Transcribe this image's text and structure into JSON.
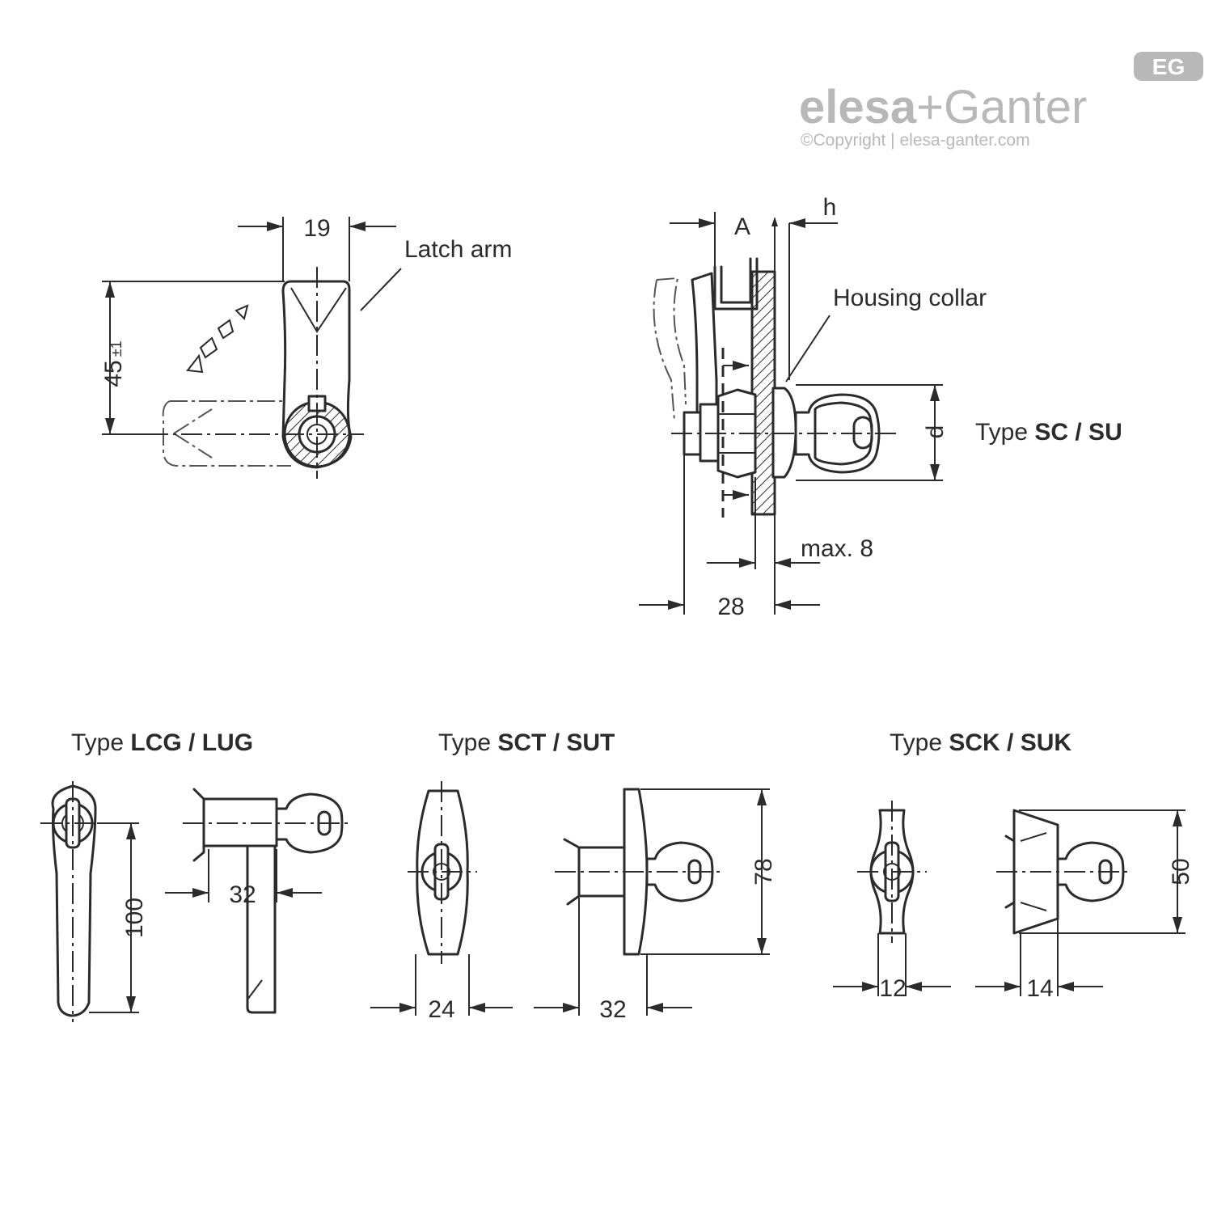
{
  "brand": {
    "badge_text": "EG",
    "logo_left": "elesa",
    "logo_plus": "+",
    "logo_right": "Ganter",
    "copyright": "©Copyright | elesa-ganter.com",
    "color": "#b8b8b8"
  },
  "views": {
    "latch": {
      "dim_width": "19",
      "dim_height": "45",
      "dim_height_tol": "±1",
      "label": "Latch arm"
    },
    "section": {
      "label_A": "A",
      "label_h": "h",
      "label_d": "d",
      "label_collar": "Housing collar",
      "dim_max": "max. 8",
      "dim_28": "28",
      "type_prefix": "Type ",
      "type_codes": "SC / SU"
    },
    "lcg": {
      "type_prefix": "Type ",
      "type_codes": "LCG / LUG",
      "dim_100": "100",
      "dim_32": "32"
    },
    "sct": {
      "type_prefix": "Type ",
      "type_codes": "SCT / SUT",
      "dim_24": "24",
      "dim_32": "32",
      "dim_78": "78"
    },
    "sck": {
      "type_prefix": "Type ",
      "type_codes": "SCK / SUK",
      "dim_12": "12",
      "dim_14": "14",
      "dim_50": "50"
    }
  }
}
